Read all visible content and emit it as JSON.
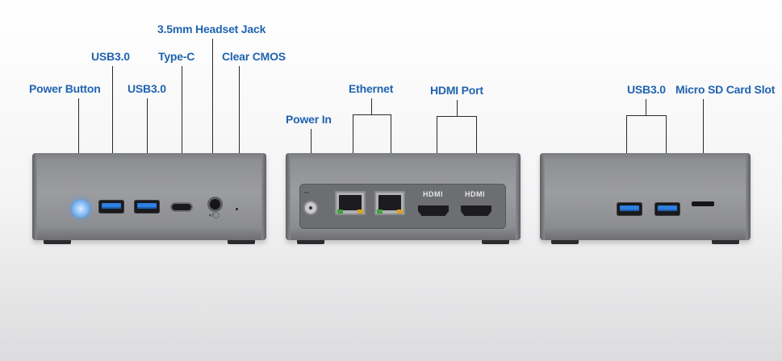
{
  "front": {
    "power_button": "Power Button",
    "usb_a": "USB3.0",
    "usb_b": "USB3.0",
    "type_c": "Type-C",
    "headset_jack": "3.5mm Headset Jack",
    "clear_cmos": "Clear CMOS"
  },
  "rear": {
    "power_in": "Power In",
    "ethernet": "Ethernet",
    "hdmi_port": "HDMI Port",
    "hdmi_logo_1": "HDMI",
    "hdmi_logo_2": "HDMI"
  },
  "side": {
    "usb": "USB3.0",
    "micro_sd": "Micro SD Card Slot"
  },
  "colors": {
    "label_blue": "#1f63b0",
    "usb_blue": "#2d7fe0",
    "chassis_gray": "#9c9da1"
  }
}
